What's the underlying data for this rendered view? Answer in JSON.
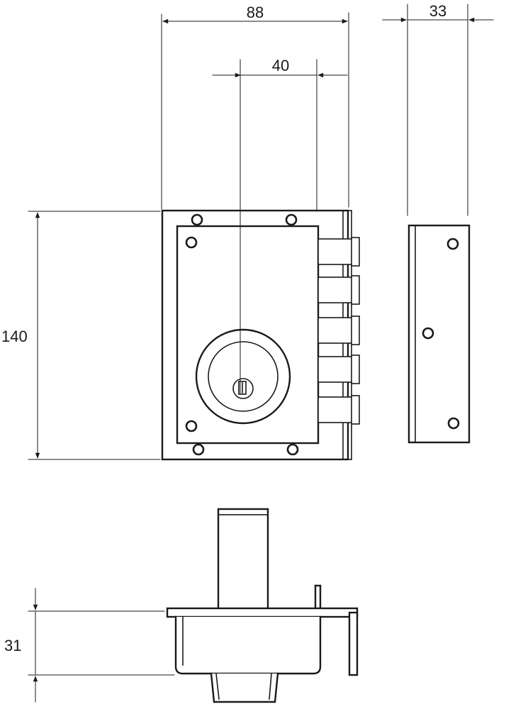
{
  "dimensions": {
    "front_width": "88",
    "key_offset": "40",
    "side_depth": "33",
    "height": "140",
    "bottom_depth": "31"
  },
  "colors": {
    "line": "#1a1a1a",
    "background": "#ffffff"
  }
}
